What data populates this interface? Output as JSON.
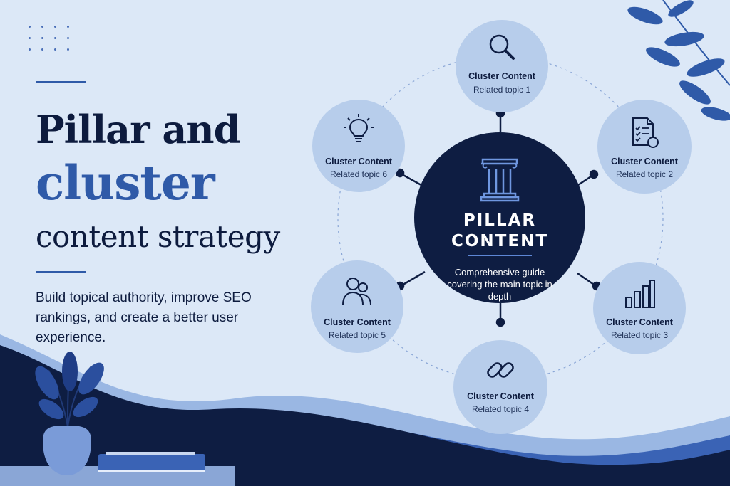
{
  "title": {
    "line1": "Pillar and",
    "line2": "cluster",
    "line3": "content strategy"
  },
  "subtitle": "Build topical authority, improve SEO rankings, and create a better user experience.",
  "pillar": {
    "title": "PILLAR\nCONTENT",
    "description": "Comprehensive guide covering the main topic in depth",
    "icon": "column-icon"
  },
  "clusters": [
    {
      "title": "Cluster Content",
      "subtitle": "Related topic 1",
      "icon": "magnifier-icon"
    },
    {
      "title": "Cluster Content",
      "subtitle": "Related topic 2",
      "icon": "checklist-document-icon"
    },
    {
      "title": "Cluster Content",
      "subtitle": "Related topic 3",
      "icon": "bar-chart-icon"
    },
    {
      "title": "Cluster Content",
      "subtitle": "Related topic 4",
      "icon": "chain-link-icon"
    },
    {
      "title": "Cluster Content",
      "subtitle": "Related topic 5",
      "icon": "users-icon"
    },
    {
      "title": "Cluster Content",
      "subtitle": "Related topic 6",
      "icon": "lightbulb-icon"
    }
  ],
  "colors": {
    "background": "#dce8f7",
    "navy": "#0e1d42",
    "accent": "#2f5aa8",
    "node": "#b7cdeb"
  }
}
